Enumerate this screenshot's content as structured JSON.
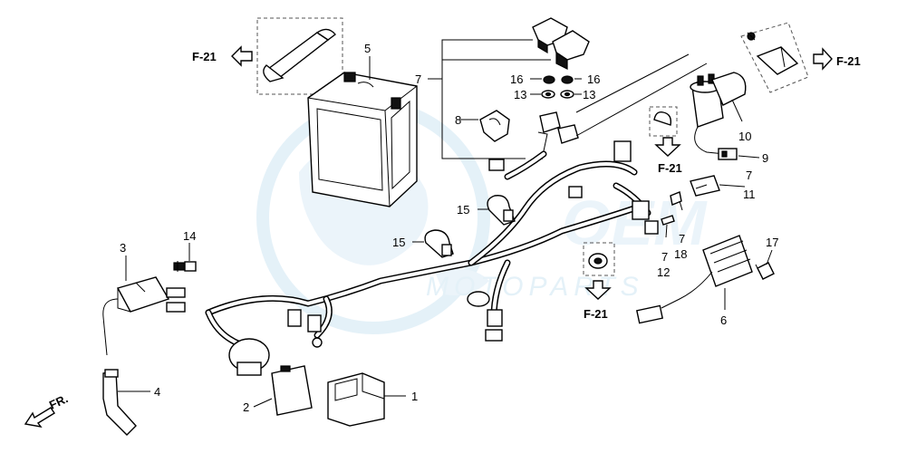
{
  "watermark": {
    "text": "MOTOPARTS",
    "color": "#cfe6f3"
  },
  "references": {
    "f21_top_left": "F-21",
    "f21_top_right": "F-21",
    "f21_mid": "F-21",
    "f21_bottom": "F-21",
    "front": "FR."
  },
  "callouts": {
    "c1": "1",
    "c2": "2",
    "c3": "3",
    "c4": "4",
    "c5": "5",
    "c6": "6",
    "c7a": "7",
    "c7b": "7",
    "c7c": "7",
    "c7d": "7",
    "c8": "8",
    "c9": "9",
    "c10": "10",
    "c11": "11",
    "c12": "12",
    "c13a": "13",
    "c13b": "13",
    "c14": "14",
    "c15a": "15",
    "c15b": "15",
    "c16a": "16",
    "c16b": "16",
    "c17": "17",
    "c18": "18"
  }
}
